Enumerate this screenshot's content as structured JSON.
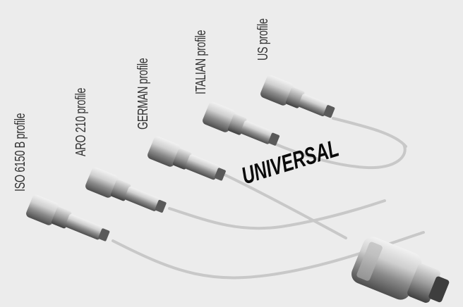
{
  "labels": {
    "iso": "ISO 6150 B profile",
    "aro": "ARO 210 profile",
    "german": "GERMAN profile",
    "italian": "ITALIAN profile",
    "us": "US profile"
  },
  "brand_text": "UNIVERSAL",
  "colors": {
    "background": "#ececec",
    "metal_light": "#d9d9d9",
    "metal_dark": "#5f5f5f",
    "line": "#c9c9c9",
    "text": "#333333"
  }
}
